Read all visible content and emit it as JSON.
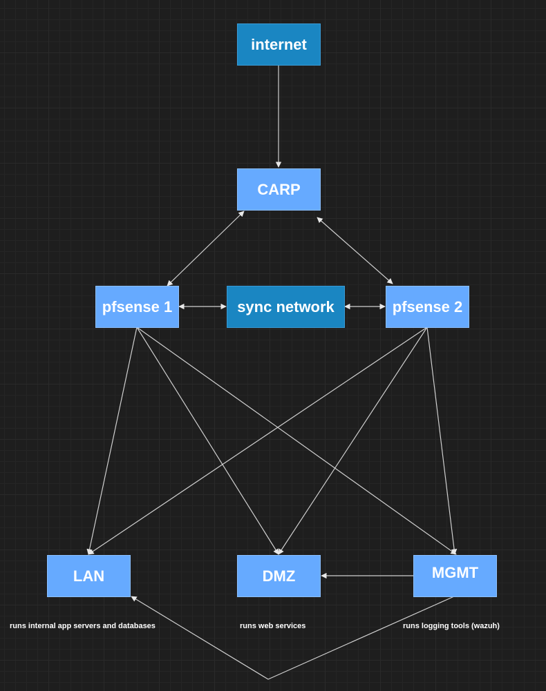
{
  "nodes": {
    "internet": {
      "label": "internet"
    },
    "carp": {
      "label": "CARP"
    },
    "pfsense1": {
      "label": "pfsense 1"
    },
    "sync": {
      "label": "sync network"
    },
    "pfsense2": {
      "label": "pfsense 2"
    },
    "lan": {
      "label": "LAN"
    },
    "dmz": {
      "label": "DMZ"
    },
    "mgmt": {
      "label": "MGMT"
    }
  },
  "captions": {
    "lan": "runs internal app servers and databases",
    "dmz": "runs web services",
    "mgmt": "runs logging tools (wazuh)"
  },
  "edges": [
    {
      "from": "internet",
      "to": "carp",
      "direction": "forward"
    },
    {
      "from": "carp",
      "to": "pfsense1",
      "direction": "both"
    },
    {
      "from": "carp",
      "to": "pfsense2",
      "direction": "both"
    },
    {
      "from": "pfsense1",
      "to": "sync",
      "direction": "both"
    },
    {
      "from": "sync",
      "to": "pfsense2",
      "direction": "both"
    },
    {
      "from": "pfsense1",
      "to": "lan",
      "direction": "forward"
    },
    {
      "from": "pfsense1",
      "to": "dmz",
      "direction": "forward"
    },
    {
      "from": "pfsense1",
      "to": "mgmt",
      "direction": "forward"
    },
    {
      "from": "pfsense2",
      "to": "lan",
      "direction": "forward"
    },
    {
      "from": "pfsense2",
      "to": "dmz",
      "direction": "forward"
    },
    {
      "from": "pfsense2",
      "to": "mgmt",
      "direction": "forward"
    },
    {
      "from": "mgmt",
      "to": "dmz",
      "direction": "forward"
    },
    {
      "from": "mgmt",
      "to": "lan",
      "direction": "forward"
    }
  ],
  "colors": {
    "node_dark": "#1a86c2",
    "node_light": "#66aaff",
    "edge": "#d0d0d0",
    "background": "#1e1e1e"
  }
}
